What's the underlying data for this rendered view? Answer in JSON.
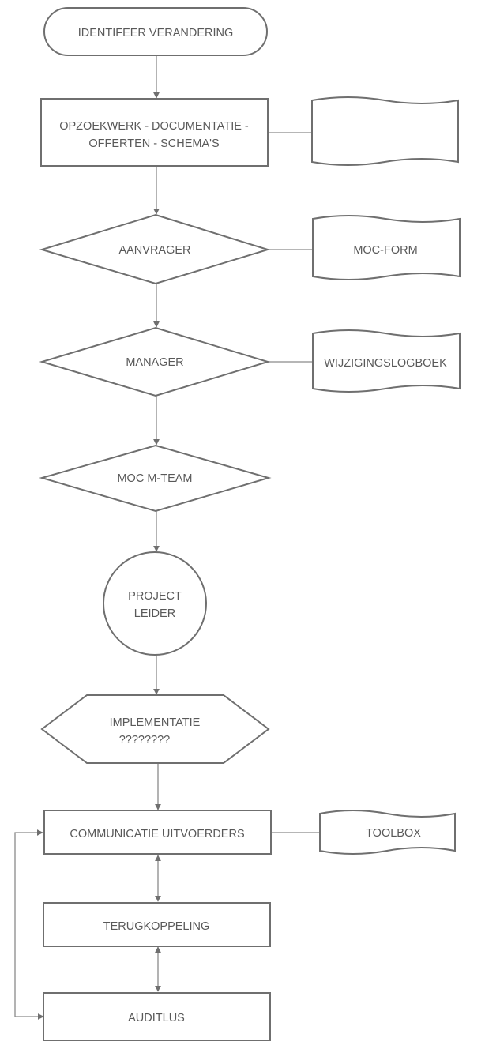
{
  "nodes": {
    "start": "IDENTIFEER VERANDERING",
    "research_line1": "OPZOEKWERK - DOCUMENTATIE -",
    "research_line2": "OFFERTEN - SCHEMA'S",
    "requester": "AANVRAGER",
    "manager": "MANAGER",
    "moc_team": "MOC M-TEAM",
    "project_leader_line1": "PROJECT",
    "project_leader_line2": "LEIDER",
    "implementation_line1": "IMPLEMENTATIE",
    "implementation_line2": "????????",
    "communication": "COMMUNICATIE UITVOERDERS",
    "feedback": "TERUGKOPPELING",
    "audit_loop": "AUDITLUS"
  },
  "documents": {
    "research_doc": "",
    "moc_form": "MOC-FORM",
    "change_log": "WIJZIGINGSLOGBOEK",
    "toolbox": "TOOLBOX"
  }
}
